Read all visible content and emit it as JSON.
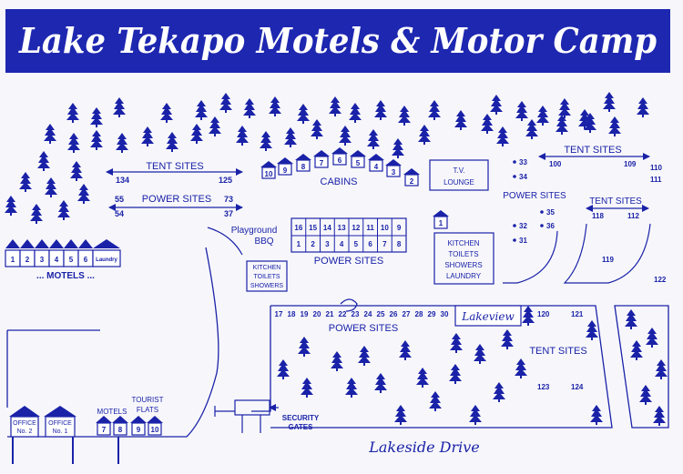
{
  "title": "Lake Tekapo Motels & Motor Camp",
  "colors": {
    "ink": "#1a22a8",
    "banner": "#1e27b0",
    "paper": "#f7f7fb"
  },
  "tent_sites_nw": {
    "label": "TENT SITES",
    "from": "134",
    "to": "125"
  },
  "power_sites_nw": {
    "label": "POWER SITES",
    "row1_from": "55",
    "row1_to": "73",
    "row2_from": "54",
    "row2_to": "37"
  },
  "cabins": {
    "label": "CABINS",
    "numbers": [
      "10",
      "9",
      "8",
      "7",
      "6",
      "5",
      "4",
      "3",
      "2"
    ]
  },
  "tv_lounge": {
    "line1": "T.V.",
    "line2": "LOUNGE"
  },
  "tent_sites_ne": {
    "label": "TENT SITES",
    "from": "100",
    "to": "109",
    "after1": "110",
    "after2": "111"
  },
  "sites_ne": [
    "33",
    "34",
    "35",
    "36",
    "32",
    "31"
  ],
  "power_sites_ne": {
    "label": "POWER SITES"
  },
  "tent_sites_e": {
    "label": "TENT SITES",
    "from": "118",
    "to": "112",
    "site119": "119",
    "site122": "122"
  },
  "building_1": "1",
  "kitchen_block_e": [
    "KITCHEN",
    "TOILETS",
    "SHOWERS",
    "LAUNDRY"
  ],
  "power_grid": {
    "label": "POWER SITES",
    "row1": [
      "16",
      "15",
      "14",
      "13",
      "12",
      "11",
      "10",
      "9"
    ],
    "row2": [
      "1",
      "2",
      "3",
      "4",
      "5",
      "6",
      "7",
      "8"
    ]
  },
  "playground": {
    "line1": "Playground",
    "line2": "BBQ"
  },
  "kitchen_block_w": [
    "KITCHEN",
    "TOILETS",
    "SHOWERS"
  ],
  "motels": {
    "label": "... MOTELS ...",
    "units": [
      "1",
      "2",
      "3",
      "4",
      "5",
      "6"
    ],
    "laundry": "Laundry"
  },
  "power_sites_s": {
    "label": "POWER SITES",
    "numbers": [
      "17",
      "18",
      "19",
      "20",
      "21",
      "22",
      "23",
      "24",
      "25",
      "26",
      "27",
      "28",
      "29",
      "30"
    ]
  },
  "lakeview": "Lakeview",
  "sites_s": [
    "120",
    "121",
    "123",
    "124"
  ],
  "tent_sites_s": {
    "label": "TENT SITES"
  },
  "offices": {
    "office2_line1": "OFFICE",
    "office2_line2": "No. 2",
    "office1_line1": "OFFICE",
    "office1_line2": "No. 1"
  },
  "motels_small": {
    "label": "MOTELS",
    "units": [
      "7",
      "8"
    ]
  },
  "tourist_flats": {
    "line1": "TOURIST",
    "line2": "FLATS",
    "units": [
      "9",
      "10"
    ]
  },
  "security_gates": {
    "line1": "SECURITY",
    "line2": "GATES"
  },
  "road": "Lakeside Drive",
  "icons": [
    "pine-tree-icon",
    "cabin-icon",
    "site-dot-icon",
    "arrow-icon"
  ]
}
